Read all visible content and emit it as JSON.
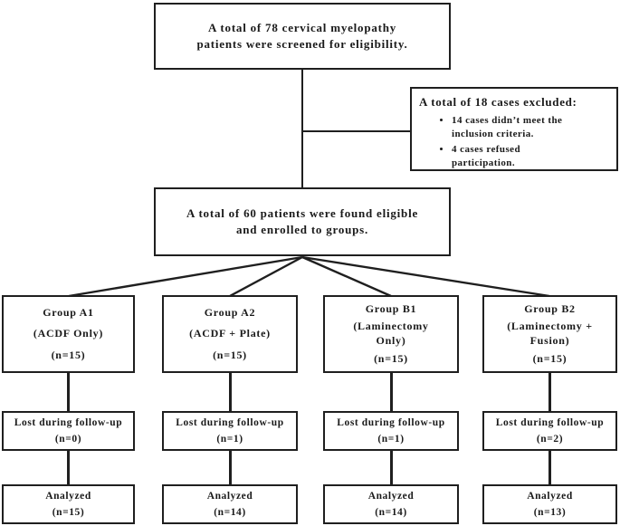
{
  "diagram": {
    "title_semantic": "Patient enrollment flow diagram",
    "screened": "A total of 78 cervical myelopathy\npatients were screened for eligibility.",
    "excluded": {
      "title": "A total of 18 cases excluded:",
      "bullets": [
        "14 cases didn’t meet the\ninclusion criteria.",
        "4 cases refused\nparticipation."
      ]
    },
    "eligible": "A total of 60 patients were found eligible\nand enrolled to groups.",
    "columns": [
      {
        "group": "Group A1",
        "procedure": "(ACDF Only)",
        "enrolled": "(n=15)",
        "lost_label": "Lost during follow-up",
        "lost": "(n=0)",
        "analyzed_label": "Analyzed",
        "analyzed": "(n=15)"
      },
      {
        "group": "Group A2",
        "procedure": "(ACDF + Plate)",
        "enrolled": "(n=15)",
        "lost_label": "Lost during follow-up",
        "lost": "(n=1)",
        "analyzed_label": "Analyzed",
        "analyzed": "(n=14)"
      },
      {
        "group": "Group B1",
        "procedure": "(Laminectomy\nOnly)",
        "enrolled": "(n=15)",
        "lost_label": "Lost during follow-up",
        "lost": "(n=1)",
        "analyzed_label": "Analyzed",
        "analyzed": "(n=14)"
      },
      {
        "group": "Group B2",
        "procedure": "(Laminectomy +\nFusion)",
        "enrolled": "(n=15)",
        "lost_label": "Lost during follow-up",
        "lost": "(n=2)",
        "analyzed_label": "Analyzed",
        "analyzed": "(n=13)"
      }
    ],
    "colors": {
      "line": "#1f1f1f",
      "background": "#ffffff"
    }
  }
}
